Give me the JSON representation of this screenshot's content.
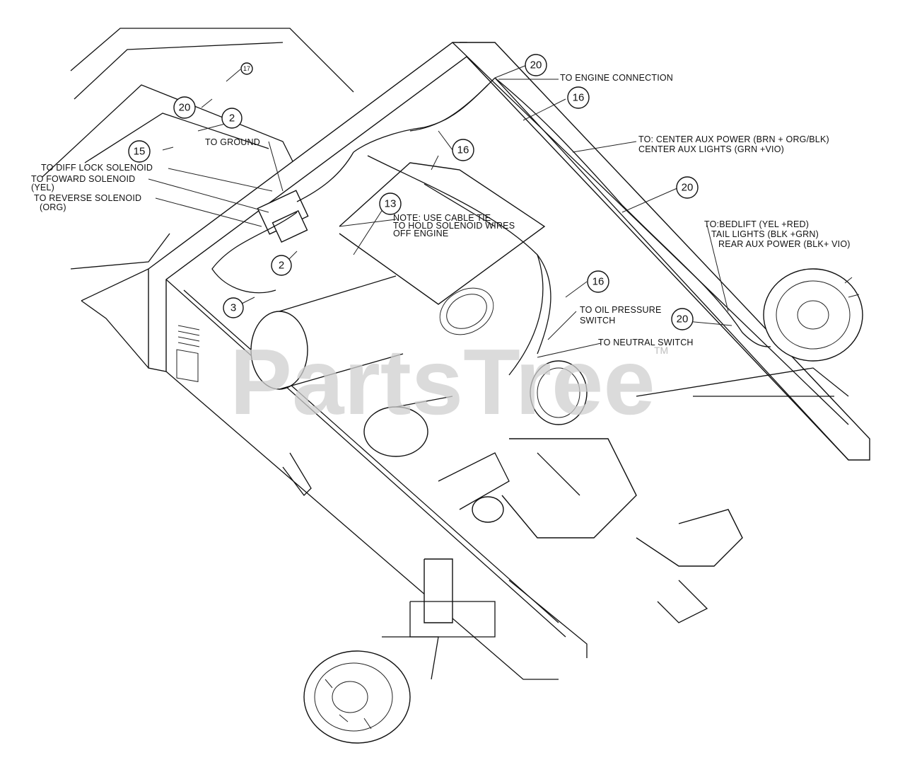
{
  "labels": {
    "engine_connection": "TO ENGINE CONNECTION",
    "ground": "TO GROUND",
    "diff_lock": "TO DIFF LOCK SOLENOID",
    "forward": "TO FOWARD SOLENOID",
    "forward_color": "(YEL)",
    "reverse": "TO REVERSE SOLENOID",
    "reverse_color": "(ORG)",
    "note_1": "NOTE: USE CABLE TIE",
    "note_2": "TO HOLD SOLENOID WIRES",
    "note_3": "OFF ENGINE",
    "center_aux_1": "TO: CENTER AUX POWER (BRN + ORG/BLK)",
    "center_aux_2": "CENTER AUX LIGHTS (GRN +VIO)",
    "bedlift_1": "TO:BEDLIFT (YEL +RED)",
    "bedlift_2": "TAIL LIGHTS (BLK +GRN)",
    "bedlift_3": "REAR AUX POWER (BLK+ VIO)",
    "oil_1": "TO OIL PRESSURE",
    "oil_2": "SWITCH",
    "neutral": "TO NEUTRAL SWITCH"
  },
  "callouts": {
    "c17": "17",
    "c20a": "20",
    "c2a": "2",
    "c15": "15",
    "c20b": "20",
    "c16a": "16",
    "c16b": "16",
    "c20c": "20",
    "c13": "13",
    "c2b": "2",
    "c3": "3",
    "c16c": "16",
    "c20d": "20"
  },
  "watermark": {
    "text": "PartsTree",
    "tm": "TM"
  }
}
